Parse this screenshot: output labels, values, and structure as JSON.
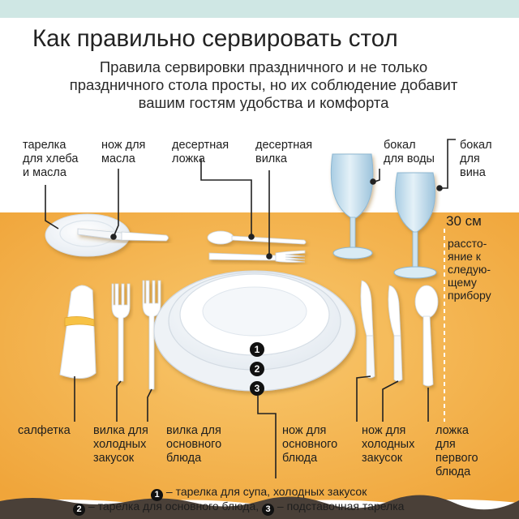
{
  "title": "Как правильно сервировать стол",
  "subtitle": "Правила сервировки праздничного и не только\nпраздничного стола просты, но их соблюдение добавит\nвашим гостям удобства и комфорта",
  "labels": {
    "bread_plate": "тарелка\nдля хлеба\nи масла",
    "butter_knife": "нож для\nмасла",
    "dessert_spoon": "десертная\nложка",
    "dessert_fork": "десертная\nвилка",
    "water_glass": "бокал\nдля воды",
    "wine_glass": "бокал\nдля\nвина",
    "napkin": "салфетка",
    "appetizer_fork": "вилка для\nхолодных\nзакусок",
    "main_fork": "вилка для\nосновного\nблюда",
    "main_knife": "нож для\nосновного\nблюда",
    "appetizer_knife": "нож для\nхолодных\nзакусок",
    "soup_spoon": "ложка\nдля\nпервого\nблюда"
  },
  "distance": {
    "value": "30 см",
    "note": "рассто-\nяние к\nследую-\nщему\nприбору"
  },
  "plate_numbers": [
    "1",
    "2",
    "3"
  ],
  "footnotes": {
    "line1_num": "1",
    "line1_text": " – тарелка для супа, холодных закусок",
    "line2_num1": "2",
    "line2_text1": " – тарелка для  основного блюда, ",
    "line2_num2": "3",
    "line2_text2": " – подставочная тарелка"
  },
  "colors": {
    "top_band": "#cfe7e4",
    "tablecloth": "#f2a838",
    "tablecloth_light": "#f7c46a",
    "tableware": "#ffffff",
    "glass": "#bcd8ea",
    "leader_lines": "#222222",
    "bottom_edge": "#4a4038"
  }
}
